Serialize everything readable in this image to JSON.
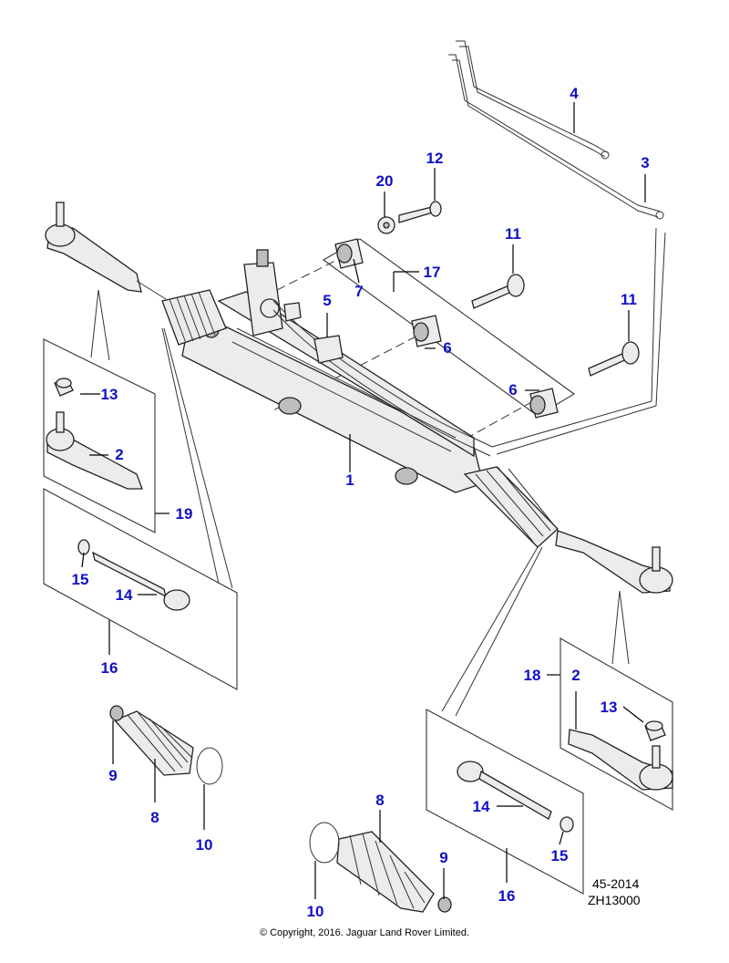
{
  "colors": {
    "callout": "#1010c8",
    "outline": "#222222",
    "part_fill": "#ececec"
  },
  "callouts": [
    {
      "id": "c1",
      "label": "1"
    },
    {
      "id": "c2a",
      "label": "2"
    },
    {
      "id": "c2b",
      "label": "2"
    },
    {
      "id": "c3",
      "label": "3"
    },
    {
      "id": "c4",
      "label": "4"
    },
    {
      "id": "c5",
      "label": "5"
    },
    {
      "id": "c6a",
      "label": "6"
    },
    {
      "id": "c6b",
      "label": "6"
    },
    {
      "id": "c7",
      "label": "7"
    },
    {
      "id": "c8a",
      "label": "8"
    },
    {
      "id": "c8b",
      "label": "8"
    },
    {
      "id": "c9a",
      "label": "9"
    },
    {
      "id": "c9b",
      "label": "9"
    },
    {
      "id": "c10a",
      "label": "10"
    },
    {
      "id": "c10b",
      "label": "10"
    },
    {
      "id": "c11a",
      "label": "11"
    },
    {
      "id": "c11b",
      "label": "11"
    },
    {
      "id": "c12",
      "label": "12"
    },
    {
      "id": "c13a",
      "label": "13"
    },
    {
      "id": "c13b",
      "label": "13"
    },
    {
      "id": "c14a",
      "label": "14"
    },
    {
      "id": "c14b",
      "label": "14"
    },
    {
      "id": "c15a",
      "label": "15"
    },
    {
      "id": "c15b",
      "label": "15"
    },
    {
      "id": "c16a",
      "label": "16"
    },
    {
      "id": "c16b",
      "label": "16"
    },
    {
      "id": "c17",
      "label": "17"
    },
    {
      "id": "c18",
      "label": "18"
    },
    {
      "id": "c19",
      "label": "19"
    },
    {
      "id": "c20",
      "label": "20"
    }
  ],
  "reference": {
    "figure_code": "45-2014",
    "drawing_code": "ZH13000"
  },
  "footer": {
    "copyright": "© Copyright, 2016. Jaguar Land Rover Limited."
  }
}
